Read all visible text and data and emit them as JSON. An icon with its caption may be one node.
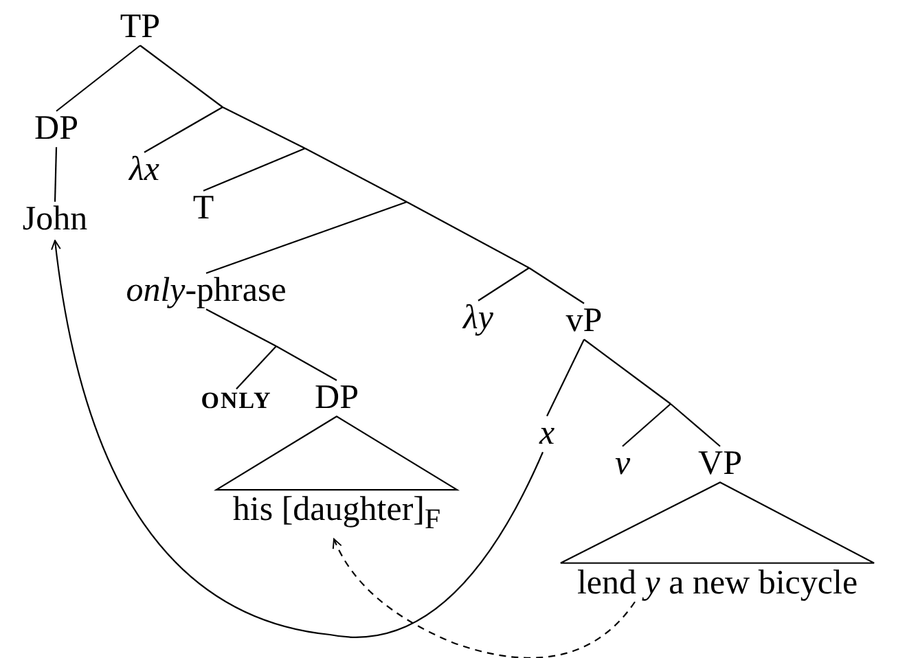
{
  "diagram": {
    "nodes": [
      {
        "text": [
          "TP"
        ]
      },
      {
        "text": [
          "DP"
        ]
      },
      {
        "text": [
          "λx"
        ]
      },
      {
        "text": [
          "John"
        ]
      },
      {
        "text": [
          "T"
        ]
      },
      {
        "text": [
          "*only*-phrase"
        ]
      },
      {
        "text": [
          "λy"
        ]
      },
      {
        "text": [
          "vP"
        ]
      },
      {
        "text": [
          "ONLY"
        ]
      },
      {
        "text": [
          "DP"
        ]
      },
      {
        "text": [
          "x"
        ]
      },
      {
        "text": [
          "v"
        ]
      },
      {
        "text": [
          "VP"
        ]
      },
      {
        "text": [
          "his [daughter]$_{F}$"
        ]
      },
      {
        "text": [
          "lend *y* a new bicycle"
        ]
      }
    ],
    "edges": [
      {
        "from": 0,
        "to": 1,
        "arrow": "none"
      },
      {
        "from": 0,
        "to": null,
        "arrow": "none"
      },
      {
        "from": null,
        "to": 2,
        "arrow": "none"
      },
      {
        "from": null,
        "to": 4,
        "arrow": "none"
      },
      {
        "from": null,
        "to": 5,
        "arrow": "none"
      },
      {
        "from": null,
        "to": 6,
        "arrow": "none"
      },
      {
        "from": null,
        "to": 7,
        "arrow": "none"
      },
      {
        "from": 1,
        "to": 3,
        "arrow": "none"
      },
      {
        "from": 5,
        "to": null,
        "arrow": "none"
      },
      {
        "from": null,
        "to": 8,
        "arrow": "none"
      },
      {
        "from": null,
        "to": 9,
        "arrow": "none"
      },
      {
        "from": 9,
        "to": 13,
        "arrow": "none"
      },
      {
        "from": 7,
        "to": 10,
        "arrow": "none"
      },
      {
        "from": 7,
        "to": null,
        "arrow": "none"
      },
      {
        "from": null,
        "to": 11,
        "arrow": "none"
      },
      {
        "from": null,
        "to": 12,
        "arrow": "none"
      },
      {
        "from": 12,
        "to": 14,
        "arrow": "none"
      },
      {
        "from": 10,
        "to": 3,
        "arrow": "to"
      },
      {
        "from": 14,
        "to": 13,
        "arrow": "to",
        "style": "dashed"
      }
    ]
  }
}
